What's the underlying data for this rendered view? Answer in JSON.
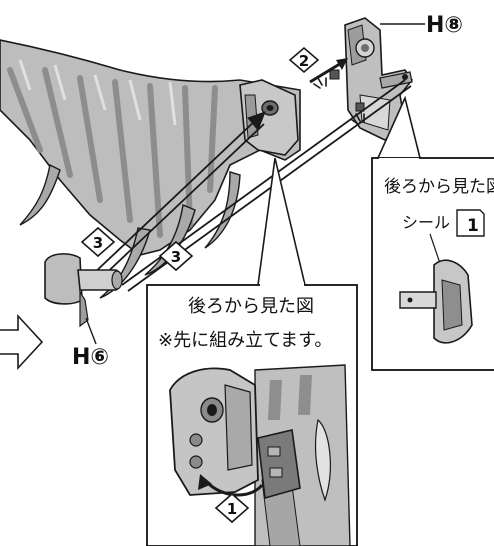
{
  "part_labels": {
    "h8": "H⑧",
    "h6": "H⑥"
  },
  "steps": {
    "step1": "1",
    "step2": "2",
    "step3a": "3",
    "step3b": "3"
  },
  "callouts": {
    "rear_view_right": "後ろから見た図",
    "sticker_label": "シール",
    "sticker_number": "1",
    "rear_view_center": "後ろから見た図",
    "pre_assemble_note": "※先に組み立てます。"
  },
  "colors": {
    "part_fill": "#b9b9b9",
    "part_dark": "#8d8d8d",
    "part_light": "#d9d9d9",
    "outline": "#1a1a1a",
    "panel_border": "#111111",
    "background": "#ffffff"
  },
  "icons": {
    "transition_arrow": "right-outline-arrow",
    "click_marks": "snap-click-marks"
  }
}
